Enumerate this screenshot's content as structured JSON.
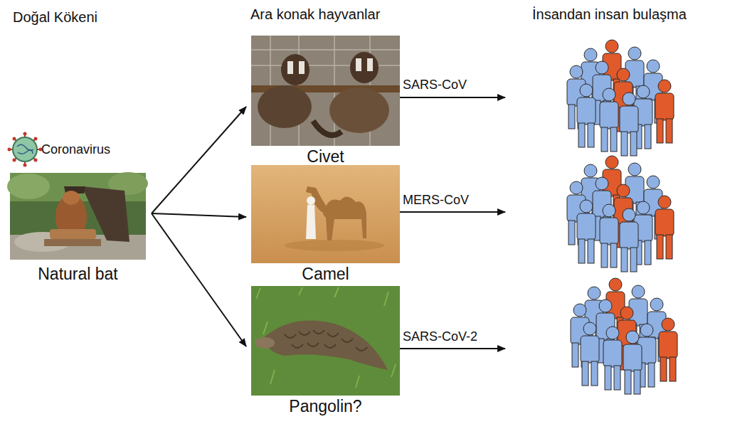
{
  "diagram": {
    "nodes": [
      {
        "text": [
          "Natural bat"
        ]
      },
      {
        "text": [
          "Civet"
        ]
      },
      {
        "text": [
          "Camel"
        ]
      },
      {
        "text": [
          "Pangolin?"
        ]
      }
    ],
    "edges": [
      {
        "from": 0,
        "to": 1,
        "arrow": "to"
      },
      {
        "from": 0,
        "to": 2,
        "arrow": "to"
      },
      {
        "from": 0,
        "to": 3,
        "arrow": "to"
      }
    ],
    "labels": [
      "Doğal Kökeni",
      "Ara konak hayvanlar",
      "İnsandan insan bulaşma",
      "Coronavirus",
      "SARS-CoV",
      "MERS-CoV",
      "SARS-CoV-2"
    ]
  }
}
